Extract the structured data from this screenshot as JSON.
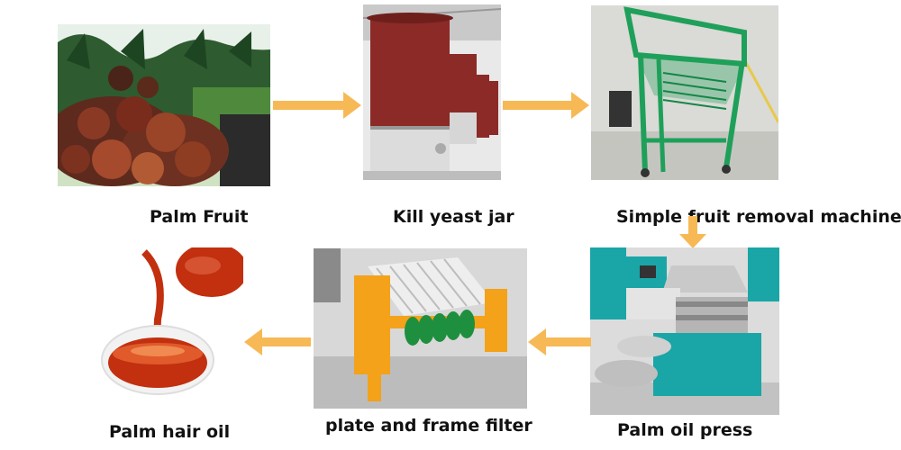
{
  "steps": {
    "palm_fruit": {
      "label": "Palm Fruit"
    },
    "kill_yeast_jar": {
      "label": "Kill yeast jar"
    },
    "fruit_removal": {
      "label": "Simple fruit removal machine"
    },
    "oil_press": {
      "label": "Palm oil press"
    },
    "filter": {
      "label": "plate and frame filter"
    },
    "hair_oil": {
      "label": "Palm hair oil"
    }
  },
  "colors": {
    "arrow": "#f7b955",
    "jar_body": "#8b2a26",
    "machine_green": "#1fa05a",
    "press_teal": "#1aa6a6",
    "filter_orange": "#f3a21a",
    "oil_red": "#c2300f"
  }
}
